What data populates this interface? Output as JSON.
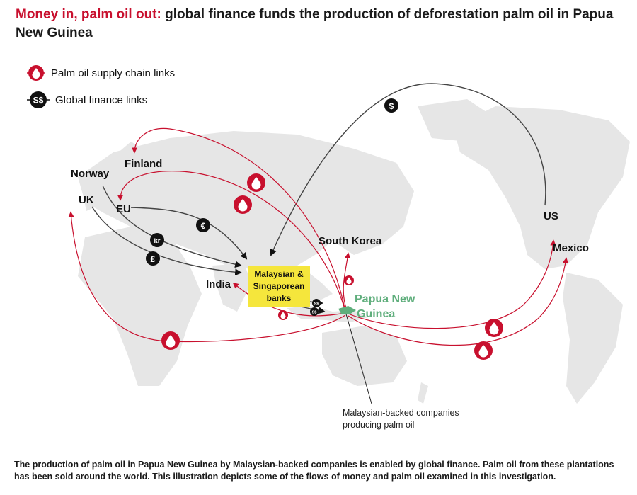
{
  "title": {
    "highlight": "Money in, palm oil out:",
    "rest": " global finance funds the production of deforestation palm oil in Papua New Guinea"
  },
  "legend": {
    "palm_oil": "Palm oil supply chain links",
    "finance": "Global finance links",
    "finance_symbol": "S$"
  },
  "places": {
    "norway": "Norway",
    "finland": "Finland",
    "uk": "UK",
    "eu": "EU",
    "india": "India",
    "south_korea": "South Korea",
    "us": "US",
    "mexico": "Mexico",
    "png_line1": "Papua New",
    "png_line2": "Guinea"
  },
  "banks": {
    "line1": "Malaysian &",
    "line2": "Singaporean",
    "line3": "banks"
  },
  "currency": {
    "dollar": "$",
    "euro": "€",
    "krone": "kr",
    "pound": "£",
    "sgd": "S$"
  },
  "annotation": {
    "line1": "Malaysian-backed companies",
    "line2": "producing palm oil"
  },
  "caption": "The production of palm oil in Papua New Guinea by Malaysian-backed companies is enabled by global finance. Palm oil from these plantations has been sold around the world. This illustration depicts some of the flows of money and palm oil examined in this investigation.",
  "colors": {
    "palm_red": "#c8102e",
    "finance_black": "#111111",
    "map_land": "#e6e6e6",
    "bank_yellow": "#f5e63c",
    "png_green": "#5fae7c",
    "finance_line": "#444444"
  }
}
